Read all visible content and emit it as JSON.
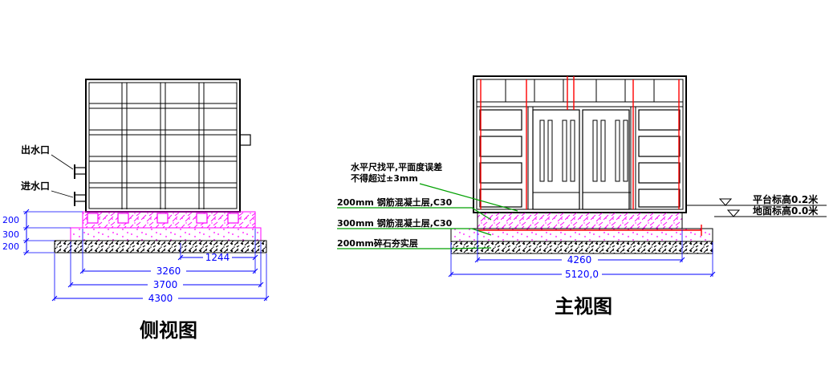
{
  "drawing": {
    "colors": {
      "line": "#000000",
      "dimension": "#0000ff",
      "hatch": "#ff00ff",
      "leader": "#00a000",
      "accent": "#ff0000"
    }
  },
  "side_view": {
    "title": "侧视图",
    "port_labels": {
      "outlet": "出水口",
      "inlet": "进水口"
    },
    "layer_thickness_dims": [
      "200",
      "300",
      "200"
    ],
    "width_dims": [
      "1244",
      "3260",
      "3700",
      "4300"
    ]
  },
  "front_view": {
    "title": "主视图",
    "leveling_note_line1": "水平尺找平,平面度误差",
    "leveling_note_line2": "不得超过±3mm",
    "layer_labels": [
      "200mm 钢筋混凝土层,C30",
      "300mm 钢筋混凝土层,C30",
      "200mm碎石夯实层"
    ],
    "elevation_labels": {
      "platform": "平台标高0.2米",
      "ground": "地面标高0.0米"
    },
    "width_dims": [
      "4260",
      "5120,0"
    ]
  }
}
